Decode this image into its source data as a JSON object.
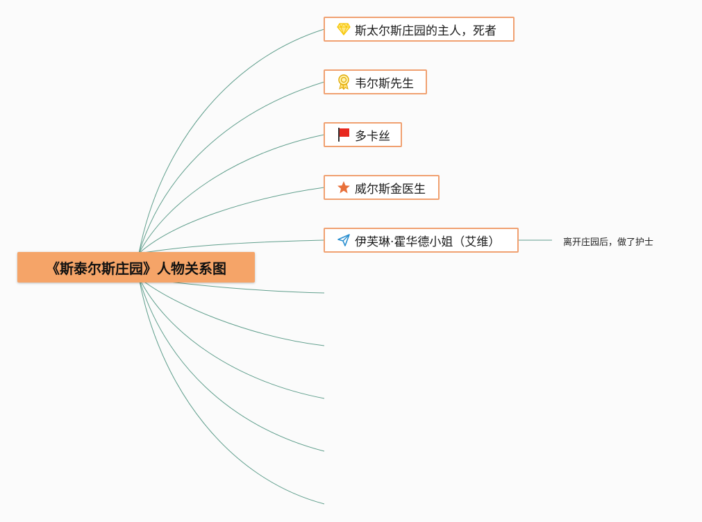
{
  "root": {
    "title": "《斯泰尔斯庄园》人物关系图"
  },
  "characters": [
    {
      "name": "斯太尔斯庄园的主人，死者",
      "icon": "diamond-icon"
    },
    {
      "name": "韦尔斯先生",
      "icon": "medal-icon"
    },
    {
      "name": "多卡丝",
      "icon": "red-flag-icon"
    },
    {
      "name": "威尔斯金医生",
      "icon": "star-icon"
    },
    {
      "name": "伊芙琳·霍华德小姐（艾维）",
      "icon": "paper-plane-icon",
      "note": "离开庄园后，做了护士"
    }
  ],
  "colors": {
    "root_fill": "#f5a468",
    "node_border": "#f0a070",
    "link_line": "#5f9e8c"
  }
}
